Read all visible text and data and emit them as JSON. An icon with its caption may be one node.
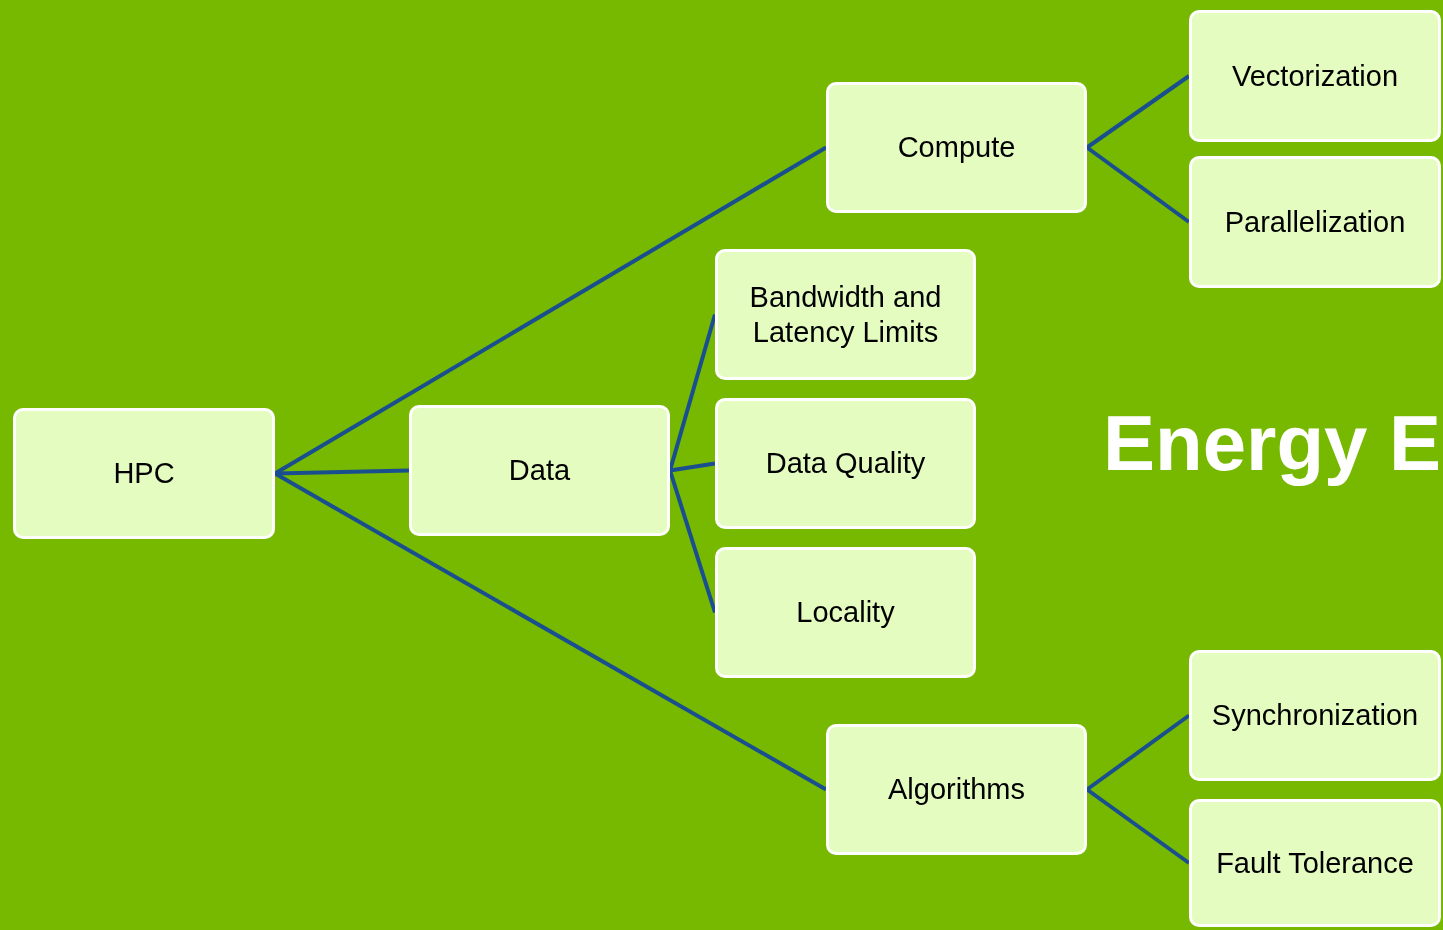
{
  "diagram": {
    "nodes": [
      {
        "text": [
          "HPC"
        ]
      },
      {
        "text": [
          "Data"
        ]
      },
      {
        "text": [
          "Compute"
        ]
      },
      {
        "text": [
          "Bandwidth and Latency Limits"
        ]
      },
      {
        "text": [
          "Data Quality"
        ]
      },
      {
        "text": [
          "Locality"
        ]
      },
      {
        "text": [
          "Algorithms"
        ]
      },
      {
        "text": [
          "Vectorization"
        ]
      },
      {
        "text": [
          "Parallelization"
        ]
      },
      {
        "text": [
          "Synchronization"
        ]
      },
      {
        "text": [
          "Fault Tolerance"
        ]
      }
    ],
    "edges": [
      {
        "from": 0,
        "to": 2,
        "arrow": "none"
      },
      {
        "from": 0,
        "to": 1,
        "arrow": "none"
      },
      {
        "from": 0,
        "to": 6,
        "arrow": "none"
      },
      {
        "from": 1,
        "to": 3,
        "arrow": "none"
      },
      {
        "from": 1,
        "to": 4,
        "arrow": "none"
      },
      {
        "from": 1,
        "to": 5,
        "arrow": "none"
      },
      {
        "from": 2,
        "to": 7,
        "arrow": "none"
      },
      {
        "from": 2,
        "to": 8,
        "arrow": "none"
      },
      {
        "from": 6,
        "to": 9,
        "arrow": "none"
      },
      {
        "from": 6,
        "to": 10,
        "arrow": "none"
      }
    ],
    "labels": [
      "Energy E"
    ]
  }
}
